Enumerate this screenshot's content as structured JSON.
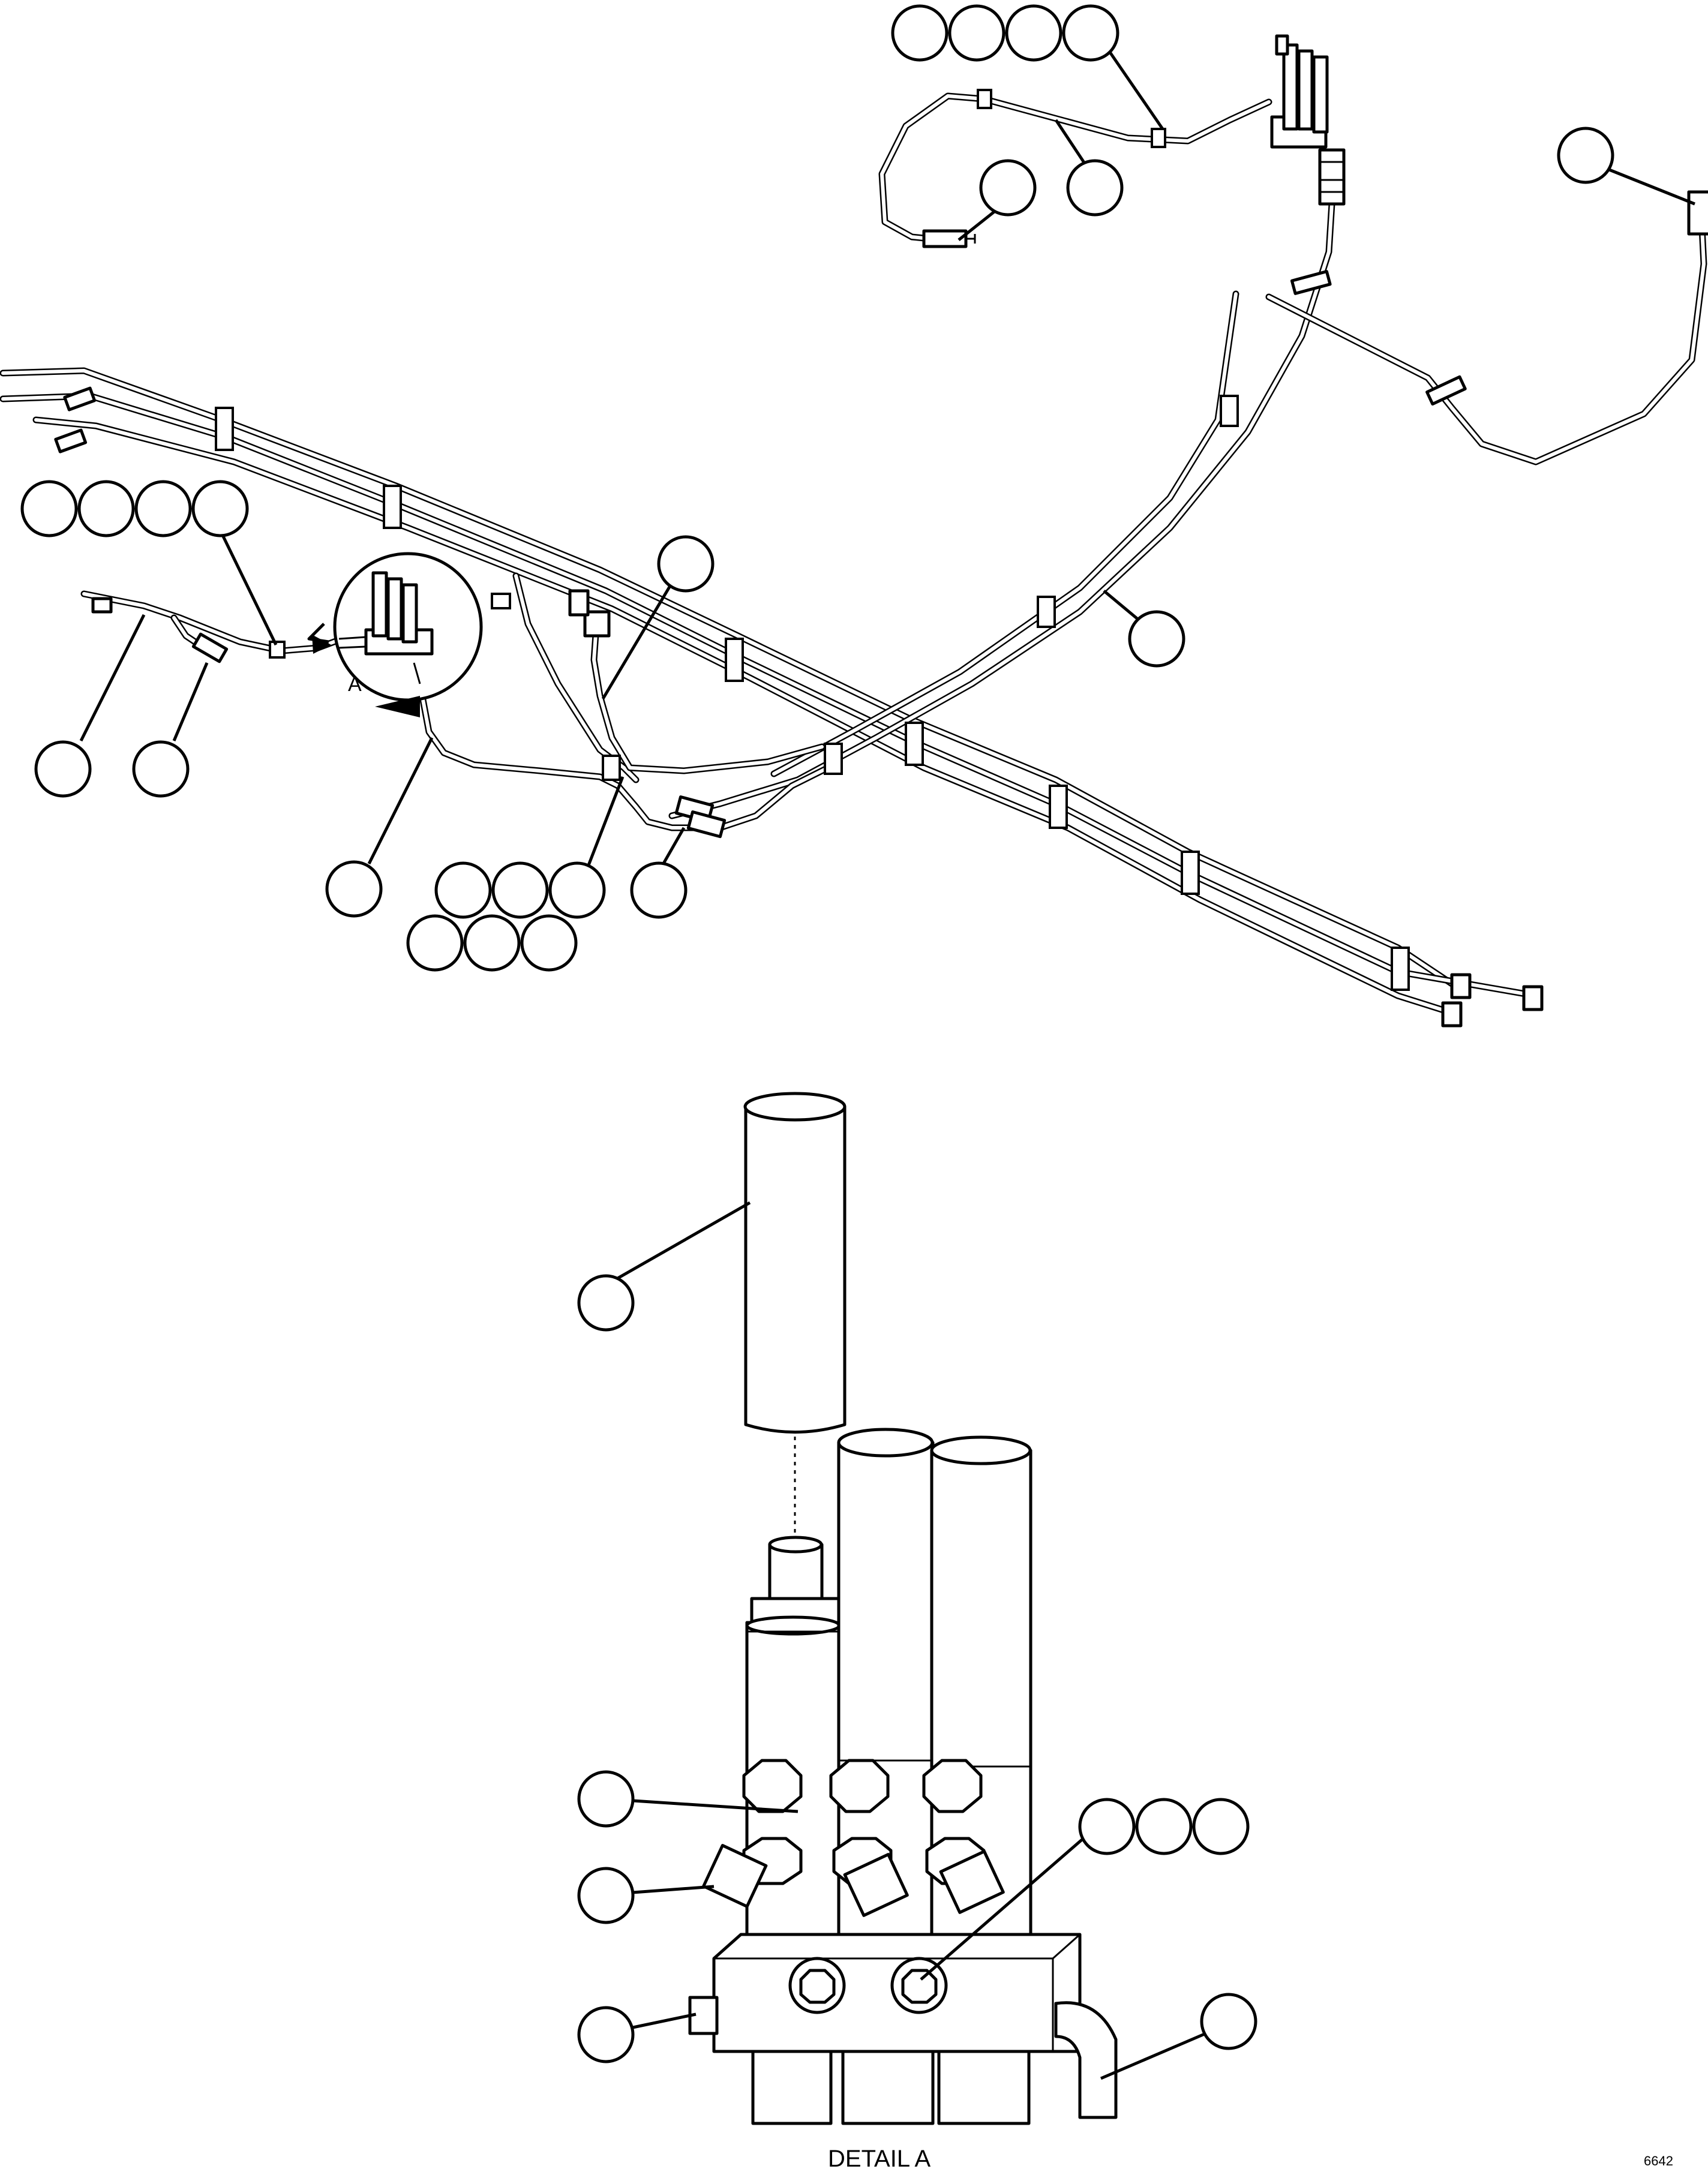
{
  "labels": {
    "detail_letter": "A",
    "detail_caption": "DETAIL A",
    "drawing_number": "6642"
  },
  "colors": {
    "line": "#000000",
    "background": "#ffffff"
  }
}
